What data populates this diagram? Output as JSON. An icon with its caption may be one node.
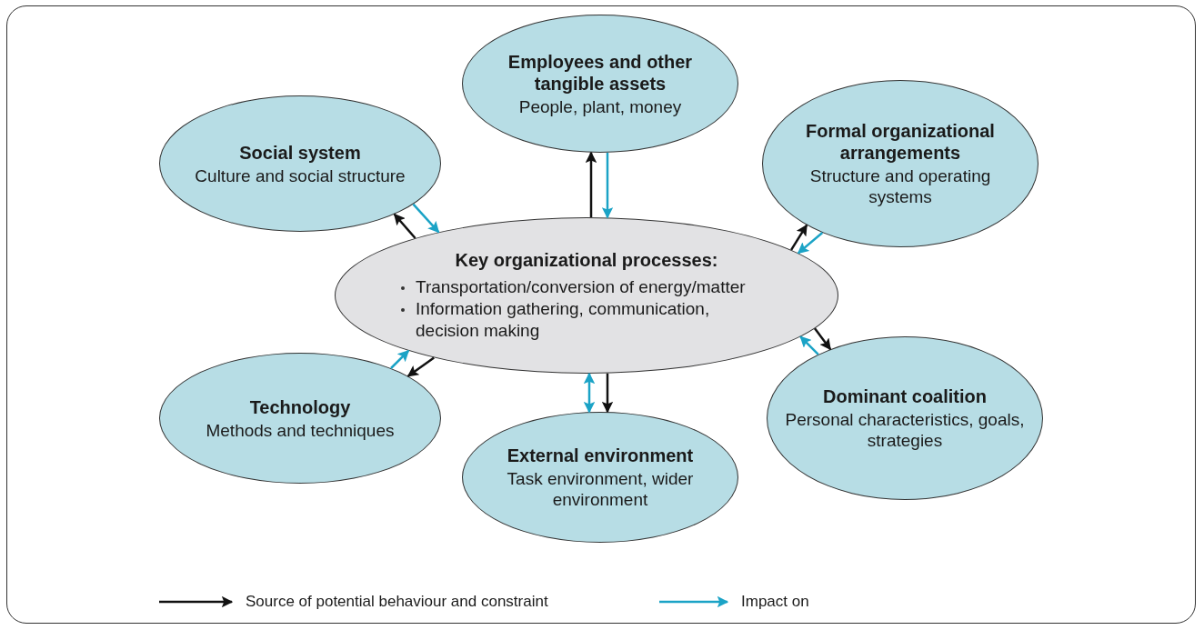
{
  "diagram": {
    "nodes": [
      {
        "text": [
          "Key organizational processes:",
          "Transportation/conversion of energy/matter",
          "Information gathering, communication, decision making"
        ]
      },
      {
        "text": [
          "Social system",
          "Culture and social structure"
        ]
      },
      {
        "text": [
          "Employees and other tangible assets",
          "People, plant, money"
        ]
      },
      {
        "text": [
          "Formal organizational arrangements",
          "Structure and operating systems"
        ]
      },
      {
        "text": [
          "Technology",
          "Methods and techniques"
        ]
      },
      {
        "text": [
          "External environment",
          "Task environment, wider environment"
        ]
      },
      {
        "text": [
          "Dominant coalition",
          "Personal characteristics, goals, strategies"
        ]
      }
    ],
    "edges": [
      {
        "from": 0,
        "to": 1,
        "arrow": "to"
      },
      {
        "from": 1,
        "to": 0,
        "arrow": "to",
        "color": "#1ba3c6"
      },
      {
        "from": 0,
        "to": 2,
        "arrow": "to"
      },
      {
        "from": 2,
        "to": 0,
        "arrow": "to",
        "color": "#1ba3c6"
      },
      {
        "from": 0,
        "to": 3,
        "arrow": "to"
      },
      {
        "from": 3,
        "to": 0,
        "arrow": "to",
        "color": "#1ba3c6"
      },
      {
        "from": 4,
        "to": 0,
        "arrow": "to",
        "color": "#1ba3c6"
      },
      {
        "from": 0,
        "to": 4,
        "arrow": "to"
      },
      {
        "from": 0,
        "to": 5,
        "arrow": "both",
        "color": "#1ba3c6"
      },
      {
        "from": 0,
        "to": 5,
        "arrow": "to"
      },
      {
        "from": 0,
        "to": 6,
        "arrow": "to"
      },
      {
        "from": 6,
        "to": 0,
        "arrow": "to",
        "color": "#1ba3c6"
      }
    ],
    "legend": [
      {
        "text": "Source of potential behaviour and constraint"
      },
      {
        "text": "Impact on"
      }
    ]
  }
}
